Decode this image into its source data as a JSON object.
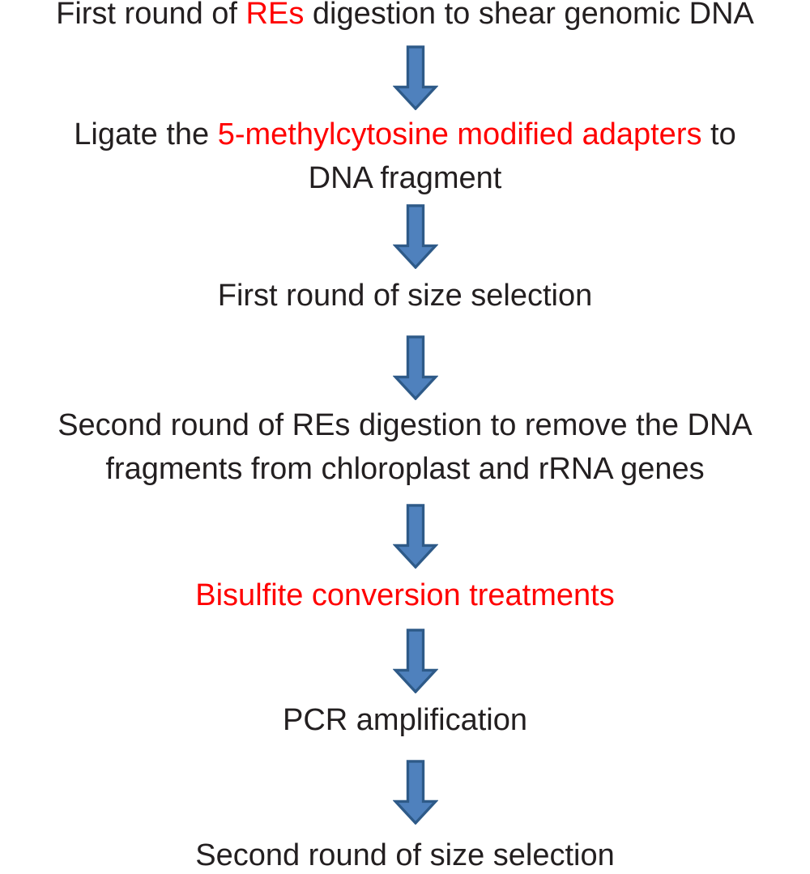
{
  "diagram": {
    "title": "Flowchart of library preparation steps",
    "background_color": "#ffffff",
    "text_color": "#231f20",
    "highlight_color": "#ff0000",
    "arrow": {
      "direction": "down",
      "fill": "#4f81bd",
      "stroke": "#2e5a88"
    },
    "steps": [
      {
        "name": "first-res-digestion",
        "lines": [
          [
            {
              "text": "First round of ",
              "color": "#231f20"
            },
            {
              "text": "REs",
              "color": "#ff0000"
            },
            {
              "text": " digestion to shear genomic DNA",
              "color": "#231f20"
            }
          ]
        ]
      },
      {
        "name": "adapter-ligation",
        "lines": [
          [
            {
              "text": "Ligate the ",
              "color": "#231f20"
            },
            {
              "text": "5-methylcytosine modified adapters",
              "color": "#ff0000"
            },
            {
              "text": " to",
              "color": "#231f20"
            }
          ],
          [
            {
              "text": "DNA fragment",
              "color": "#231f20"
            }
          ]
        ]
      },
      {
        "name": "first-size-selection",
        "lines": [
          [
            {
              "text": "First round of size selection",
              "color": "#231f20"
            }
          ]
        ]
      },
      {
        "name": "second-res-digestion",
        "lines": [
          [
            {
              "text": "Second round of REs digestion to remove the DNA",
              "color": "#231f20"
            }
          ],
          [
            {
              "text": "fragments from chloroplast and rRNA genes",
              "color": "#231f20"
            }
          ]
        ]
      },
      {
        "name": "bisulfite-conversion",
        "lines": [
          [
            {
              "text": "Bisulfite conversion treatments",
              "color": "#ff0000"
            }
          ]
        ]
      },
      {
        "name": "pcr-amplification",
        "lines": [
          [
            {
              "text": "PCR amplification",
              "color": "#231f20"
            }
          ]
        ]
      },
      {
        "name": "second-size-selection",
        "lines": [
          [
            {
              "text": "Second round of size selection",
              "color": "#231f20"
            }
          ]
        ]
      }
    ]
  }
}
